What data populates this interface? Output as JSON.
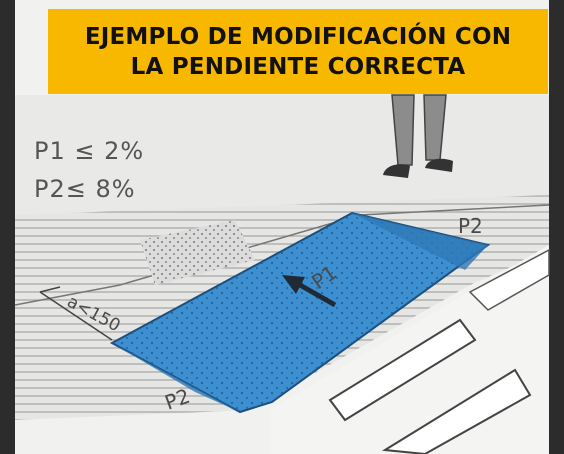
{
  "title": {
    "line1": "EJEMPLO DE MODIFICACIÓN CON",
    "line2": "LA PENDIENTE CORRECTA"
  },
  "slopes": {
    "p1": "P1 ≤ 2%",
    "p2": "P2≤ 8%"
  },
  "labels": {
    "ramp_p1": "P1",
    "ramp_p2_right": "P2",
    "ramp_p2_left": "P2",
    "width": "a<150"
  },
  "colors": {
    "banner": "#f9b800",
    "ramp": "#3d8fd0"
  }
}
